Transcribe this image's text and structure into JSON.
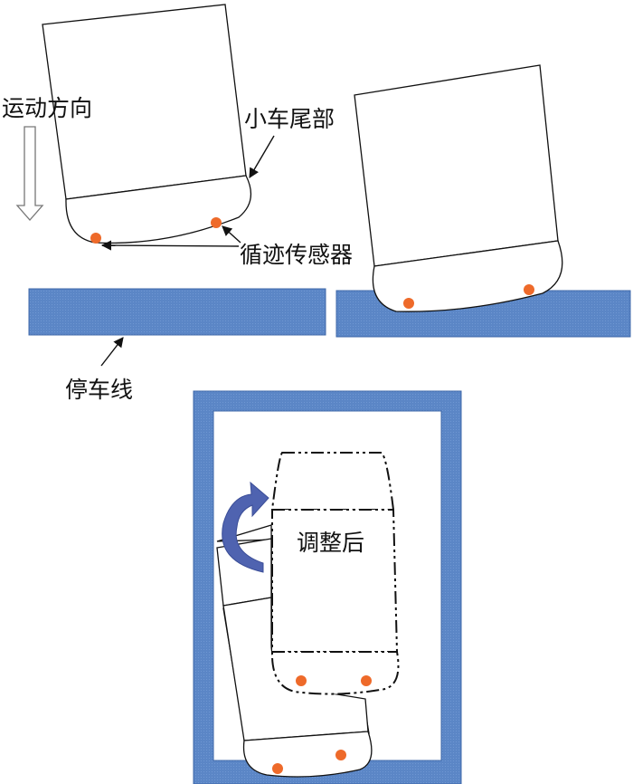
{
  "labels": {
    "motion_direction": "运动方向",
    "car_tail": "小车尾部",
    "tracking_sensor": "循迹传感器",
    "stop_line": "停车线",
    "after_adjust": "调整后"
  },
  "colors": {
    "stop_line_fill": "#5b86c6",
    "stop_line_border": "#3d67a8",
    "sensor": "#ee6a2a",
    "rotate_arrow": "#4f63b0",
    "outline": "#111111"
  },
  "icons": {
    "motion_arrow": "down-hollow-arrow-icon",
    "rotate_arrow": "curved-rotate-arrow-icon"
  }
}
